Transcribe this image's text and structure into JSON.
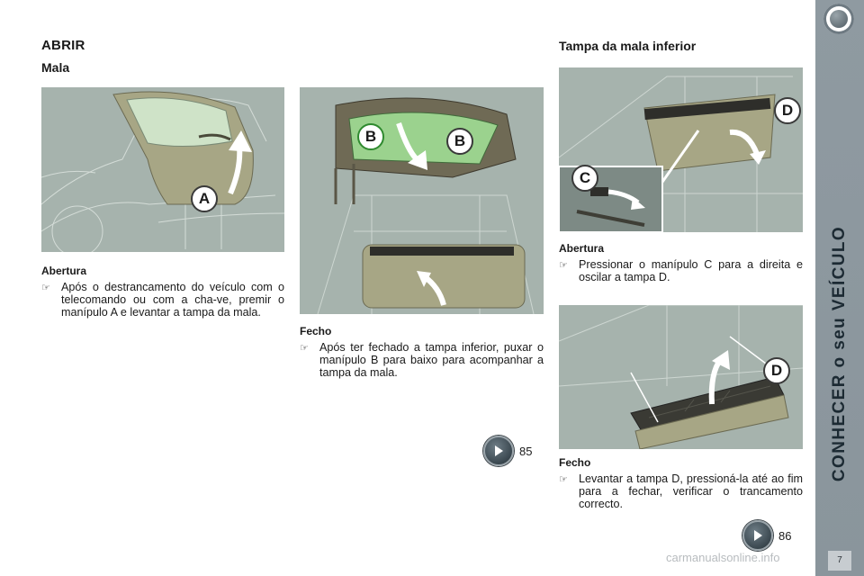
{
  "left": {
    "section_title": "ABRIR",
    "subsection_title": "Mala",
    "opening_heading": "Abertura",
    "opening_text": "Após o destrancamento do veículo com o telecomando ou com a cha-ve, premir o manípulo A e levantar a tampa da mala.",
    "closing_heading": "Fecho",
    "closing_text": "Após ter fechado a tampa inferior, puxar o manípulo B para baixo para acompanhar a tampa da mala.",
    "ref_page": "85"
  },
  "right": {
    "title": "Tampa da mala inferior",
    "opening_heading": "Abertura",
    "opening_text": "Pressionar o manípulo C para a direita e oscilar a tampa D.",
    "closing_heading": "Fecho",
    "closing_text": "Levantar a tampa D, pressioná-la até ao fim para a fechar, verificar o trancamento correcto.",
    "ref_page": "86"
  },
  "photo_labels": {
    "a": "A",
    "b1": "B",
    "b2": "B",
    "c": "C",
    "d1": "D",
    "d2": "D"
  },
  "sidebar": {
    "vertical_title": "CONHECER o seu VEÍCULO",
    "page_number": "7",
    "icon": "circle-emblem-icon"
  },
  "watermark": "carmanualsonline.info",
  "icons": {
    "bullet": "pointing-hand-icon",
    "ref": "page-reference-arrow-icon"
  },
  "colors": {
    "sidebar": "#8f9aa1",
    "photo_bg": "#a6b3ad",
    "text": "#1a1a1a"
  }
}
